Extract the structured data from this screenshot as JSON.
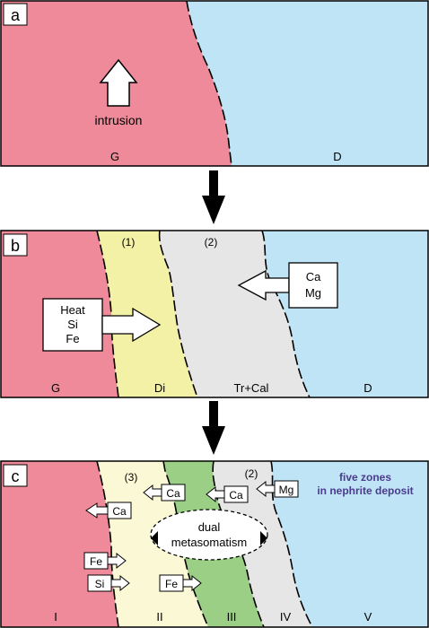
{
  "colors": {
    "granite": "#ef8a9a",
    "dolomite": "#bfe4f6",
    "diopside": "#f3f1a6",
    "tremolite": "#e6e6e6",
    "zone3": "#fbf8d6",
    "zone3_green": "#9ccf86",
    "title_purple": "#4b3a8f"
  },
  "panel_a": {
    "letter": "a",
    "arrow_label": "intrusion",
    "left_label": "G",
    "right_label": "D"
  },
  "panel_b": {
    "letter": "b",
    "zone1_num": "(1)",
    "zone2_num": "(2)",
    "heat_box": [
      "Heat",
      "Si",
      "Fe"
    ],
    "camg_box": [
      "Ca",
      "Mg"
    ],
    "labels": [
      "G",
      "Di",
      "Tr+Cal",
      "D"
    ]
  },
  "panel_c": {
    "letter": "c",
    "zone3_num": "(3)",
    "zone2_num": "(2)",
    "title_line1": "five zones",
    "title_line2": "in nephrite deposit",
    "tags": {
      "ca1": "Ca",
      "ca2": "Ca",
      "ca3": "Ca",
      "mg": "Mg",
      "fe1": "Fe",
      "si": "Si",
      "fe2": "Fe"
    },
    "ellipse_line1": "dual",
    "ellipse_line2": "metasomatism",
    "zones": [
      "I",
      "II",
      "III",
      "IV",
      "V"
    ]
  }
}
